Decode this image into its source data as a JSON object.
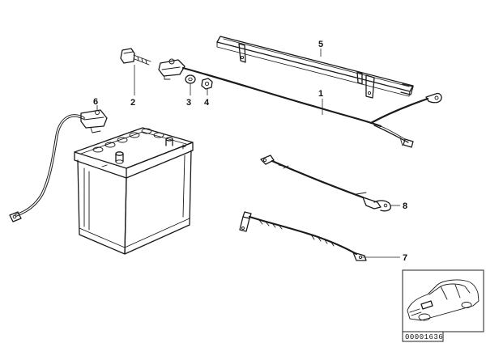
{
  "labels": {
    "l1": "1",
    "l2": "2",
    "l3": "3",
    "l4": "4",
    "l5": "5",
    "l6": "6",
    "l7": "7",
    "l8": "8"
  },
  "inset": {
    "part_number": "00001636"
  }
}
